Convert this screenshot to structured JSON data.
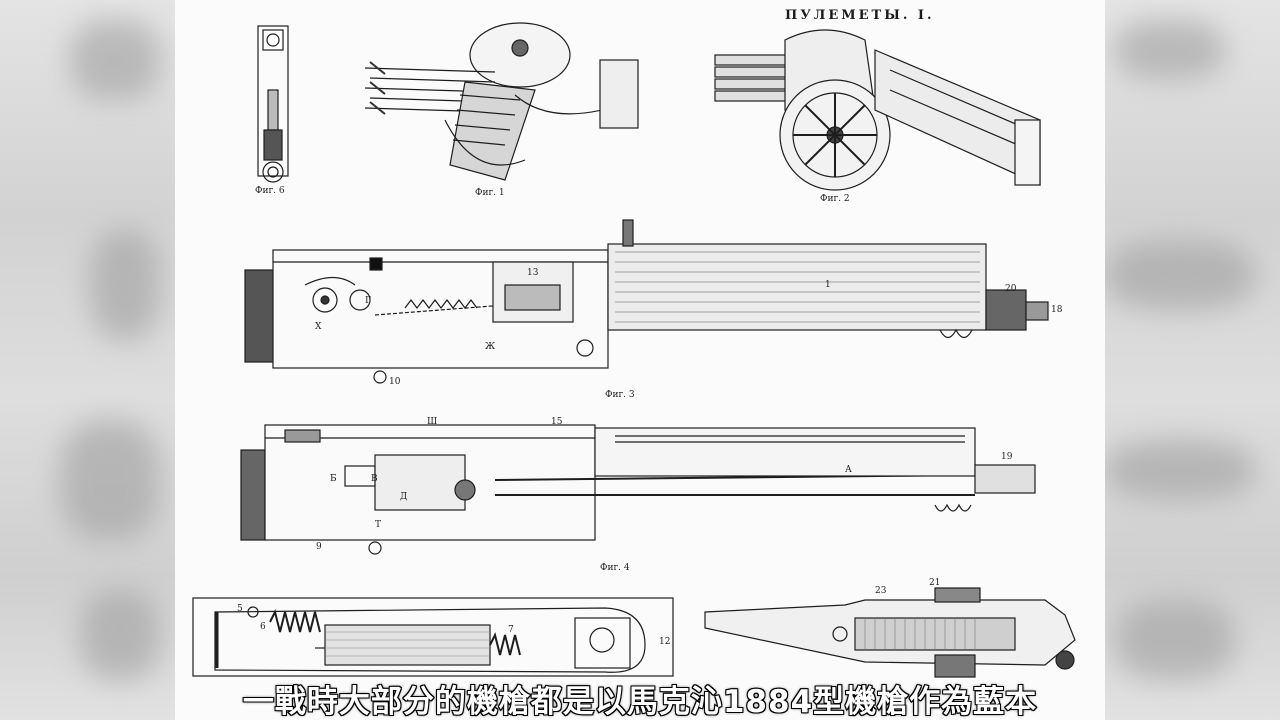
{
  "plate": {
    "title": "ПУЛЕМЕТЫ. I.",
    "figures": {
      "fig6": "Фиг. 6",
      "fig1": "Фиг. 1",
      "fig2": "Фиг. 2",
      "fig3": "Фиг. 3",
      "fig4": "Фиг. 4"
    },
    "callouts": {
      "barrel_1": "1",
      "muzzle_18": "18",
      "muzzle_20": "20",
      "lock_13": "13",
      "plate_10": "10",
      "plate_9": "9",
      "body_zh": "Ж",
      "body_kh": "Х",
      "body_g": "Г",
      "body_a": "А",
      "body_b": "Б",
      "body_v": "В",
      "body_d": "Д",
      "body_t": "Т",
      "body_sh": "Ш",
      "n15": "15",
      "n19": "19",
      "n12": "12",
      "n5": "5",
      "n6": "6",
      "n7": "7",
      "n23": "23",
      "n21": "21"
    }
  },
  "subtitle": {
    "text": "一戰時大部分的機槍都是以馬克沁1884型機槍作為藍本"
  },
  "colors": {
    "ink": "#1e1e1e",
    "paper": "#fbfbfb",
    "subtitle_fill": "#ffffff",
    "subtitle_stroke": "#000000"
  }
}
